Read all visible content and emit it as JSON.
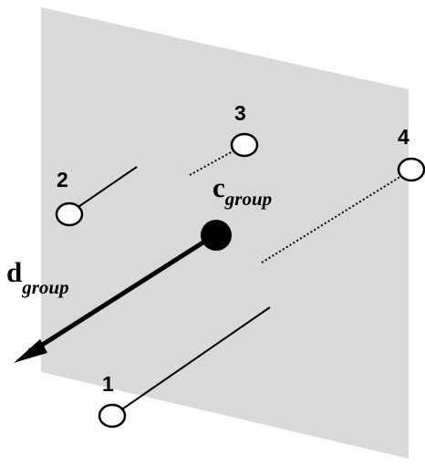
{
  "colors": {
    "plane": "#d9d9d9",
    "ink": "#000000",
    "marker_fill": "#ffffff"
  },
  "points": [
    {
      "label": "1",
      "line_style": "solid"
    },
    {
      "label": "2",
      "line_style": "solid"
    },
    {
      "label": "3",
      "line_style": "dotted"
    },
    {
      "label": "4",
      "line_style": "dotted"
    }
  ],
  "center": {
    "letter": "c",
    "subscript": "group"
  },
  "direction": {
    "letter": "d",
    "subscript": "group"
  }
}
